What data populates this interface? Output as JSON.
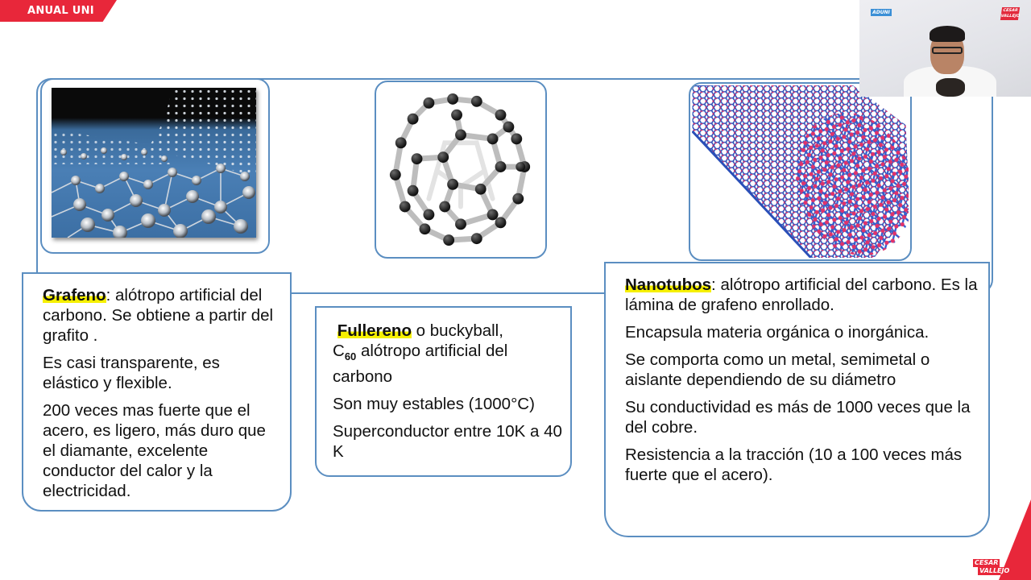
{
  "header": {
    "banner_label": "ANUAL UNI",
    "banner_color": "#e8273a"
  },
  "theme": {
    "frame_color": "#5b8ec1",
    "highlight_color": "#f6f000",
    "nanotube_atom_color": "#e0336b",
    "nanotube_bond_color": "#2f5fd0"
  },
  "images": [
    {
      "name": "graphene",
      "icon": "graphene-lattice-illustration"
    },
    {
      "name": "fullerene",
      "icon": "buckyball-c60-illustration"
    },
    {
      "name": "nanotube",
      "icon": "carbon-nanotube-illustration"
    }
  ],
  "cards": {
    "graphene": {
      "term": "Grafeno",
      "p1_rest": ": alótropo artificial del carbono. Se obtiene a partir del grafito .",
      "p2": "Es casi transparente, es elástico y flexible.",
      "p3": "200 veces mas fuerte que el acero, es ligero, más duro que el diamante, excelente conductor del calor y la electricidad."
    },
    "fullerene": {
      "term": "Fullereno",
      "p1_rest": " o buckyball,",
      "formula_base": "C",
      "formula_sub": "60",
      "p1_tail": " alótropo artificial del carbono",
      "p2": "Son muy estables (1000°C)",
      "p3": "Superconductor entre 10K a 40 K"
    },
    "nanotube": {
      "term": "Nanotubos",
      "p1_rest": ": alótropo artificial del carbono. Es la lámina de grafeno enrollado.",
      "p2": "Encapsula materia orgánica o inorgánica.",
      "p3": "Se comporta como un metal, semimetal o aislante dependiendo de su diámetro",
      "p4": "Su conductividad es más de 1000 veces que la del cobre.",
      "p5": "Resistencia a la tracción (10 a 100 veces más fuerte que el acero)."
    }
  },
  "webcam": {
    "left_logo": "ADUNI",
    "right_logo_line1": "CESAR",
    "right_logo_line2": "VALLEJO"
  },
  "footer": {
    "logo_line1": "CESAR",
    "logo_line2": "VALLEJO"
  }
}
